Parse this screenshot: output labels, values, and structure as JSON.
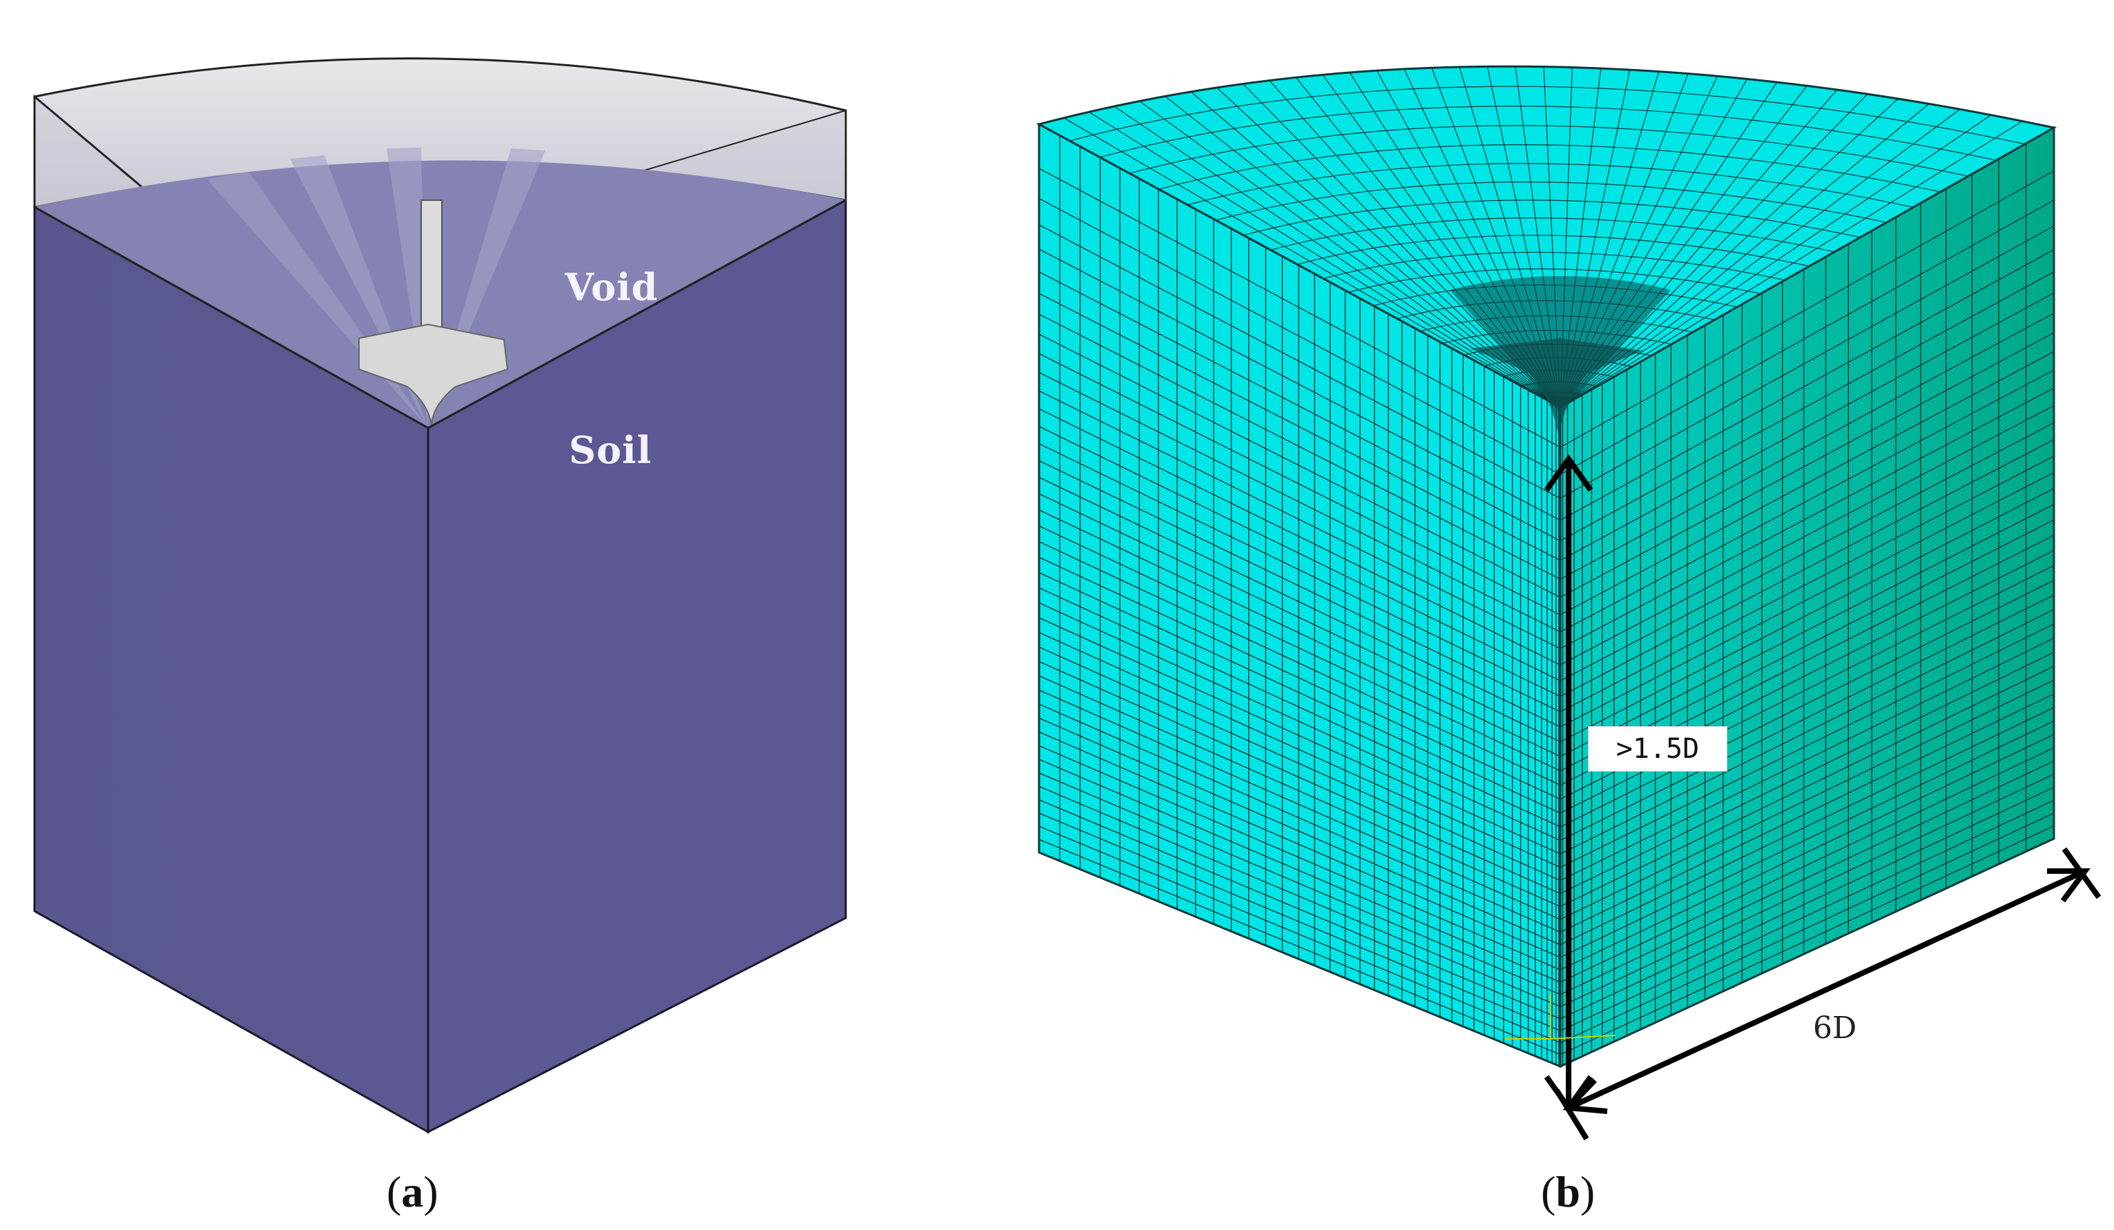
{
  "panel_a": {
    "caption_open": "(",
    "caption_letter": "a",
    "caption_close": ")",
    "void_label": "Void",
    "soil_label": "Soil",
    "colors": {
      "soil": "#5b5893",
      "void": "#dcdcdf",
      "pipe": "#d8d8d8"
    }
  },
  "panel_b": {
    "caption_open": "(",
    "caption_letter": "b",
    "caption_close": ")",
    "height_label": ">1.5D",
    "width_label": "6D",
    "colors": {
      "mesh_front": "#00e5e5",
      "mesh_side": "#00b89c",
      "mesh_line": "#0b3a3a"
    }
  }
}
